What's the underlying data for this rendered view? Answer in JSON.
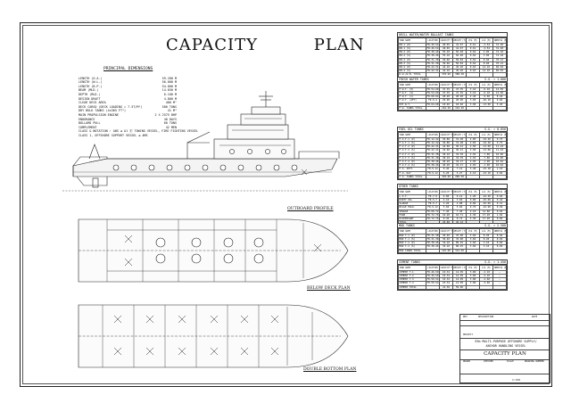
{
  "drawing": {
    "title_word1": "CAPACITY",
    "title_word2": "PLAN",
    "views": {
      "profile": "OUTBOARD PROFILE",
      "below_deck": "BELOW DECK PLAN",
      "double_bottom": "DOUBLE BOTTOM PLAN"
    }
  },
  "principal_dimensions": {
    "title": "PRINCIPAL DIMENSIONS",
    "rows": [
      {
        "k": "LENGTH (O.A.)",
        "v": "59.200 M"
      },
      {
        "k": "LENGTH (W.L.)",
        "v": "56.000 M"
      },
      {
        "k": "LENGTH (B.P.)",
        "v": "54.000 M"
      },
      {
        "k": "BEAM (MLD.)",
        "v": "14.650 M"
      },
      {
        "k": "DEPTH (MLD.)",
        "v": "6.100 M"
      },
      {
        "k": "DESIGN DRAFT",
        "v": "4.800 M"
      },
      {
        "k": "CLEAR DECK AREA",
        "v": "400 M²"
      },
      {
        "k": "DECK CARGO (DECK LOADING = 7.5T/M²)",
        "v": "500 TONS"
      },
      {
        "k": "DRY BULK TANKS (4x365 FT³)",
        "v": "41 M³"
      },
      {
        "k": "MAIN PROPULSION ENGINE",
        "v": "2 X 2575 BHP"
      },
      {
        "k": "ENDURANCE",
        "v": "40 DAYS"
      },
      {
        "k": "BOLLARD PULL",
        "v": "60 TONS"
      },
      {
        "k": "COMPLEMENT",
        "v": "42 MEN"
      },
      {
        "k": "CLASS & NOTATION : ABS ✠ A1 Ⓔ TOWING VESSEL, FIRE FIGHTING VESSEL",
        "v": ""
      },
      {
        "k": "CLASS 1, OFFSHORE SUPPORT VESSEL ✠ AMS",
        "v": ""
      }
    ]
  },
  "tables": [
    {
      "title": "DRILL WATER/WATER BALLAST TANKS",
      "sg": "",
      "headers": [
        "TANK NAME",
        "LOCATION",
        "CAPACITY M³",
        "WEIGHT (T)",
        "VCG (M)",
        "LCG (M)",
        "INERTIA (M⁴)"
      ],
      "rows": [
        [
          "DB.1 (P)",
          "FR.46-54",
          "40.65",
          "41.67",
          "0.61",
          "-2.54",
          "31.28"
        ],
        [
          "DB.1 (S)",
          "FR.46-54",
          "40.65",
          "41.67",
          "0.61",
          "-2.54",
          "31.28"
        ],
        [
          "DB.2 (P)",
          "FR.38-46",
          "55.10",
          "56.48",
          "0.62",
          "3.06",
          "74.18"
        ],
        [
          "DB.2 (S)",
          "FR.38-46",
          "55.10",
          "56.48",
          "0.62",
          "3.06",
          "74.18"
        ],
        [
          "DB.3 (P)",
          "FR.31-38",
          "49.60",
          "50.84",
          "0.62",
          "8.60",
          "70.12"
        ],
        [
          "DB.3 (S)",
          "FR.31-38",
          "49.60",
          "50.84",
          "0.62",
          "8.60",
          "70.12"
        ],
        [
          "DB.4 (P)",
          "FR.22-31",
          "44.10",
          "45.20",
          "0.63",
          "14.10",
          "60.04"
        ],
        [
          "DB.4 (S)",
          "FR.22-31",
          "44.10",
          "45.20",
          "0.63",
          "14.10",
          "60.04"
        ]
      ],
      "total": [
        "D.W./W.B. TOTAL",
        "",
        "378.90",
        "388.38",
        "",
        "",
        ""
      ]
    },
    {
      "title": "FRESH WATER TANKS",
      "sg": "S.G. = 1.000",
      "headers": [
        "TANK NAME",
        "LOCATION",
        "CAPACITY M³",
        "WEIGHT (T)",
        "VCG (M)",
        "LCG (M)",
        "INERTIA (M⁴)"
      ],
      "rows": [
        [
          "F.W.T. (P)",
          "FR.54-60",
          "47.35",
          "47.35",
          "3.10",
          "-6.10",
          "12.50"
        ],
        [
          "F.W.T. (S)",
          "FR.54-60",
          "47.35",
          "47.35",
          "3.10",
          "-6.10",
          "12.50"
        ],
        [
          "F.W.T. (C)",
          "FR.60-64",
          "28.20",
          "28.20",
          "2.40",
          "-9.60",
          "8.42"
        ],
        [
          "F.W.T. (AFT)",
          "FR.0-4",
          "20.90",
          "20.90",
          "3.60",
          "-26.10",
          "6.84"
        ],
        [
          "POT.W.T.",
          "FR.64-68",
          "18.40",
          "18.40",
          "3.90",
          "-13.00",
          "5.20"
        ]
      ],
      "total": [
        "F.W. TANKS TOTAL",
        "",
        "162.20",
        "162.20",
        "",
        "",
        ""
      ]
    },
    {
      "title": "FUEL OIL TANKS",
      "sg": "S.G. = 0.850",
      "headers": [
        "TANK NAME",
        "LOCATION",
        "CAPACITY M³",
        "WEIGHT (T)",
        "VCG (M)",
        "LCG (M)",
        "INERTIA (M⁴)"
      ],
      "rows": [
        [
          "F.O.T.1 (P)",
          "FR.12-22",
          "36.80",
          "31.28",
          "2.85",
          "-19.40",
          "9.75"
        ],
        [
          "F.O.T.1 (S)",
          "FR.12-22",
          "36.80",
          "31.28",
          "2.85",
          "-19.40",
          "9.75"
        ],
        [
          "F.O.T.2 (P)",
          "FR.22-31",
          "42.60",
          "36.21",
          "2.90",
          "-13.60",
          "11.24"
        ],
        [
          "F.O.T.2 (S)",
          "FR.22-31",
          "42.60",
          "36.21",
          "2.90",
          "-13.60",
          "11.24"
        ],
        [
          "F.O.T.3 (P)",
          "FR.31-38",
          "38.10",
          "32.39",
          "2.92",
          "-7.80",
          "10.06"
        ],
        [
          "F.O.T.3 (S)",
          "FR.31-38",
          "38.10",
          "32.39",
          "2.92",
          "-7.80",
          "10.06"
        ],
        [
          "F.O.T.4 (P)",
          "FR.38-46",
          "40.20",
          "34.17",
          "2.95",
          "-1.90",
          "10.62"
        ],
        [
          "F.O.T.4 (S)",
          "FR.38-46",
          "40.20",
          "34.17",
          "2.95",
          "-1.90",
          "10.62"
        ],
        [
          "F.O. SETT.",
          "FR.9-12",
          "8.40",
          "7.14",
          "3.40",
          "-23.10",
          "1.10"
        ],
        [
          "F.O. DAY",
          "FR.9-12",
          "6.20",
          "5.27",
          "4.10",
          "-23.10",
          "0.84"
        ]
      ],
      "total": [
        "F.O. TANKS TOTAL",
        "",
        "330.00",
        "280.50",
        "",
        "",
        ""
      ]
    },
    {
      "title": "OTHER TANKS",
      "sg": "",
      "headers": [
        "TANK NAME",
        "LOCATION",
        "CAPACITY M³",
        "WEIGHT (T)",
        "VCG (M)",
        "LCG (M)",
        "INERTIA (M⁴)"
      ],
      "rows": [
        [
          "L.O.T.",
          "FR.7-9",
          "6.80",
          "6.12",
          "1.20",
          "-24.40",
          "0.66"
        ],
        [
          "DIRTY OIL",
          "FR.5-7",
          "4.10",
          "3.69",
          "0.80",
          "-25.60",
          "0.42"
        ],
        [
          "SLUDGE",
          "FR.5-7",
          "3.20",
          "2.88",
          "0.80",
          "-25.60",
          "0.31"
        ],
        [
          "BILGE HOLD.",
          "FR.9-12",
          "5.60",
          "5.60",
          "0.70",
          "-22.90",
          "0.58"
        ],
        [
          "SEWAGE",
          "FR.68-72",
          "7.40",
          "7.40",
          "2.10",
          "14.80",
          "0.94"
        ],
        [
          "FOAM",
          "FR.72-76",
          "10.20",
          "10.71",
          "4.30",
          "17.20",
          "1.02"
        ],
        [
          "DISPERSANT",
          "FR.72-76",
          "8.30",
          "8.72",
          "4.30",
          "17.20",
          "0.86"
        ]
      ],
      "total": [
        "TOTAL",
        "",
        "45.60",
        "45.12",
        "",
        "",
        ""
      ]
    },
    {
      "title": "MUD TANKS",
      "sg": "S.G. = 2.500",
      "headers": [
        "TANK NAME",
        "LOCATION",
        "CAPACITY M³",
        "WEIGHT (T)",
        "VCG (M)",
        "LCG (M)",
        "INERTIA (M⁴)"
      ],
      "rows": [
        [
          "MUD T.1 (P)",
          "FR.31-38",
          "30.40",
          "76.00",
          "3.60",
          "8.20",
          "8.04"
        ],
        [
          "MUD T.1 (S)",
          "FR.31-38",
          "30.40",
          "76.00",
          "3.60",
          "8.20",
          "8.04"
        ],
        [
          "MUD T.2 (P)",
          "FR.38-46",
          "32.10",
          "80.25",
          "3.60",
          "3.10",
          "8.60"
        ],
        [
          "MUD T.2 (S)",
          "FR.38-46",
          "32.10",
          "80.25",
          "3.60",
          "3.10",
          "8.60"
        ]
      ],
      "total": [
        "MUD TANKS TOTAL",
        "",
        "125.00",
        "312.50",
        "",
        "",
        ""
      ]
    },
    {
      "title": "CEMENT TANKS",
      "sg": "S.G. = 1.450",
      "headers": [
        "TANK NAME",
        "LOCATION",
        "CAPACITY M³",
        "WEIGHT (T)",
        "VCG (M)",
        "LCG (M)",
        "INERTIA (M⁴)"
      ],
      "rows": [
        [
          "CEMENT T.1",
          "FR.46-50",
          "10.34",
          "14.99",
          "3.80",
          "-2.10",
          "—"
        ],
        [
          "CEMENT T.2",
          "FR.46-50",
          "10.34",
          "14.99",
          "3.80",
          "-2.10",
          "—"
        ],
        [
          "CEMENT T.3",
          "FR.50-54",
          "10.34",
          "14.99",
          "3.80",
          "-4.60",
          "—"
        ],
        [
          "CEMENT T.4",
          "FR.50-54",
          "10.34",
          "14.99",
          "3.80",
          "-4.60",
          "—"
        ]
      ],
      "total": [
        "CEMENT TOTAL",
        "",
        "41.36",
        "59.96",
        "",
        "",
        ""
      ]
    }
  ],
  "title_block": {
    "project_label": "PROJECT",
    "project_line1": "59m MULTI-PURPOSE OFFSHORE SUPPLY/",
    "project_line2": "ANCHOR HANDLING VESSEL",
    "drawing_name": "CAPACITY PLAN",
    "scale": "1:150",
    "revision_label": "REV",
    "description_label": "DESCRIPTION",
    "date_label": "DATE",
    "drawn_label": "DRAWN",
    "checked_label": "CHECKED",
    "scale_label": "SCALE",
    "drawing_no_label": "DRAWING NUMBER"
  }
}
